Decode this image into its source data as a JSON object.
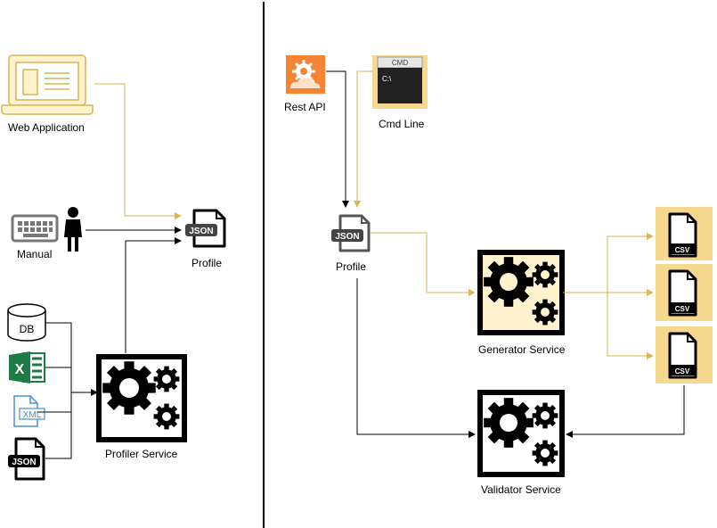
{
  "labels": {
    "web_application": "Web Application",
    "manual": "Manual",
    "profile_left": "Profile",
    "db": "DB",
    "profiler_service": "Profiler Service",
    "rest_api": "Rest API",
    "cmd_line": "Cmd Line",
    "cmd_title": "CMD",
    "cmd_prompt": "C:\\",
    "profile_right": "Profile",
    "generator_service": "Generator Service",
    "validator_service": "Validator Service",
    "json_tag": "JSON",
    "xml_tag": "XML",
    "csv_tag": "CSV"
  },
  "colors": {
    "gold_line": "#d6b656",
    "gold_fill": "#fff2cc",
    "icon_fill": "#f6d98f",
    "dark": "#000000",
    "orange": "#f58534",
    "excel_green": "#1e7b45",
    "xml_blue": "#4a90d9"
  }
}
